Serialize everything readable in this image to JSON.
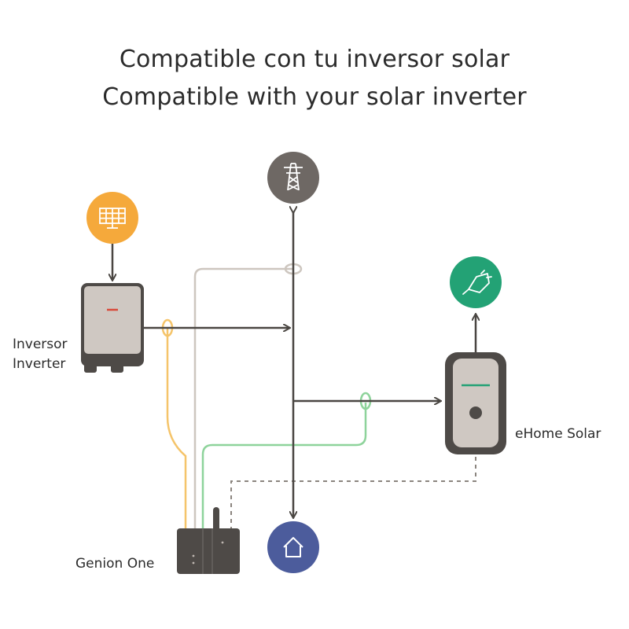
{
  "title": {
    "line1": "Compatible con tu inversor solar",
    "line2": "Compatible with your solar inverter"
  },
  "labels": {
    "inverter_es": "Inversor",
    "inverter_en": "Inverter",
    "charger": "eHome Solar",
    "genion": "Genion One"
  },
  "icons": {
    "solar_panel": "solar-panel-icon",
    "grid_tower": "power-tower-icon",
    "ev_plug": "ev-plug-icon",
    "home": "home-icon"
  },
  "colors": {
    "solar": "#F5A93B",
    "grid": "#6E6864",
    "ev": "#23A275",
    "home": "#4C5C9C",
    "line_dark": "#4a4642",
    "line_beige": "#cdc6bf",
    "line_yellow": "#F5C46A",
    "line_green": "#8ED39B",
    "device": "#CFC8C2",
    "device_dark": "#4E4A47"
  }
}
